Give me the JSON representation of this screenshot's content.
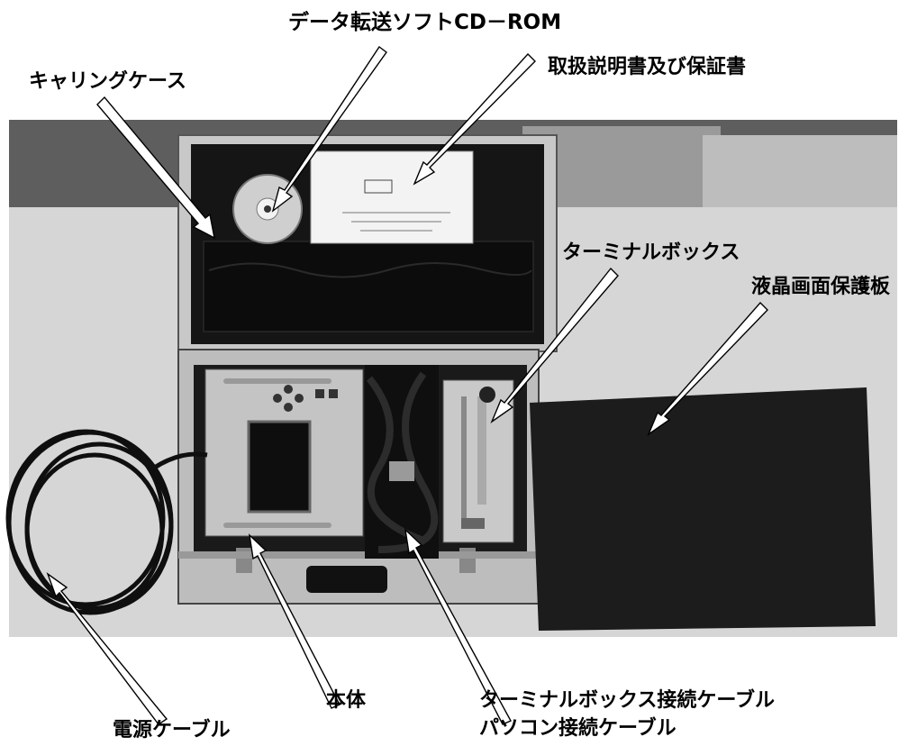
{
  "labels": {
    "cdrom": "データ転送ソフトCD－ROM",
    "manual": "取扱説明書及び保証書",
    "case": "キャリングケース",
    "terminal_box": "ターミナルボックス",
    "lcd_guard": "液晶画面保護板",
    "main_unit": "本体",
    "terminal_cable": "ターミナルボックス接続ケーブル",
    "pc_cable": "パソコン接続ケーブル",
    "power_cable": "電源ケーブル"
  },
  "colors": {
    "background": "#ffffff",
    "text": "#000000",
    "photo_backdrop": "#6b6b6b",
    "table": "#d8d8d8",
    "case_aluminum": "#bdbdbd",
    "case_lining": "#141414",
    "lcd_guard": "#1c1c1c"
  }
}
